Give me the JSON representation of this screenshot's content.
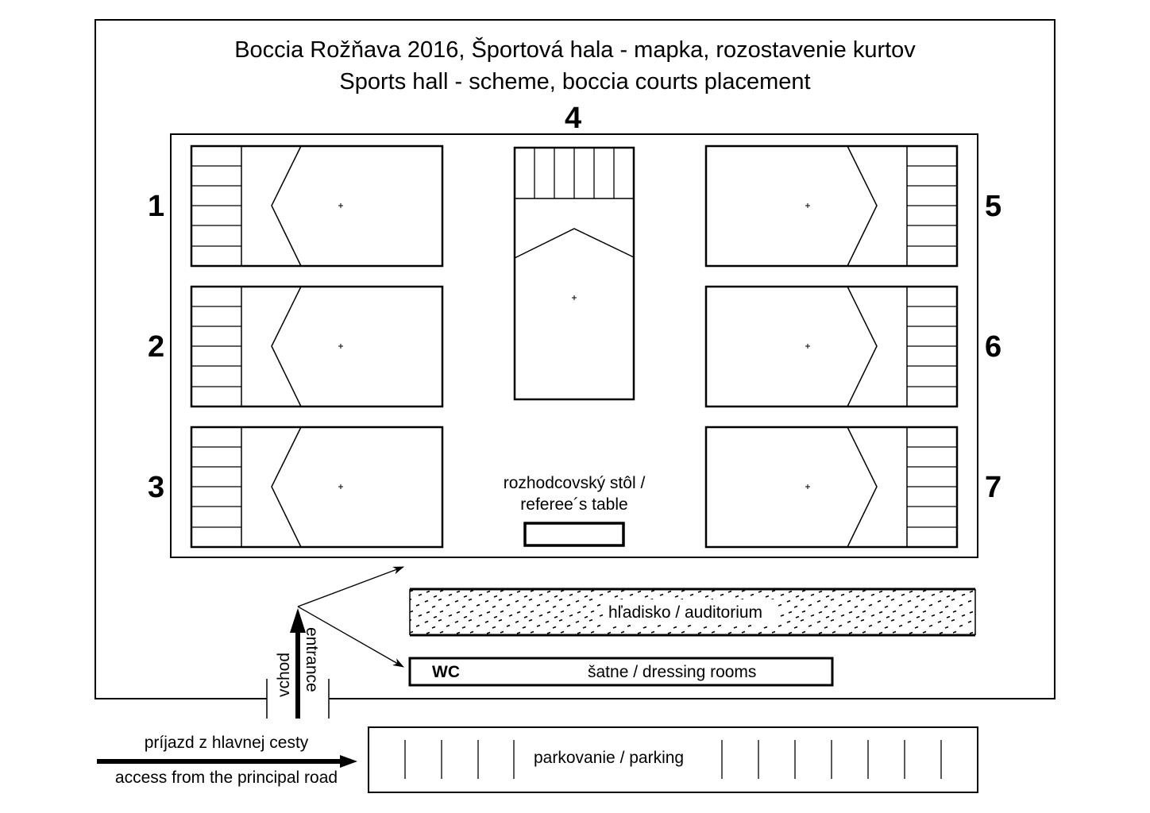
{
  "header": {
    "title_line1": "Boccia Rožňava 2016, Športová hala - mapka, rozostavenie kurtov",
    "title_line2": "Sports hall - scheme, boccia courts placement"
  },
  "courts": [
    {
      "number": "1",
      "orientation": "left"
    },
    {
      "number": "2",
      "orientation": "left"
    },
    {
      "number": "3",
      "orientation": "left"
    },
    {
      "number": "4",
      "orientation": "top"
    },
    {
      "number": "5",
      "orientation": "right"
    },
    {
      "number": "6",
      "orientation": "right"
    },
    {
      "number": "7",
      "orientation": "right"
    }
  ],
  "referee_table": {
    "label_line1": "rozhodcovský stôl /",
    "label_line2": "referee´s table"
  },
  "auditorium": {
    "label": "hľadisko / auditorium"
  },
  "dressing_rooms": {
    "wc_label": "WC",
    "label": "šatne / dressing rooms"
  },
  "entrance": {
    "label_sk": "vchod",
    "label_en": "entrance"
  },
  "access": {
    "label_sk": "príjazd z hlavnej cesty",
    "label_en": "access from the principal road"
  },
  "parking": {
    "label": "parkovanie / parking",
    "left_stalls": 4,
    "right_stalls": 7
  },
  "colors": {
    "line": "#000000",
    "background": "#ffffff"
  }
}
